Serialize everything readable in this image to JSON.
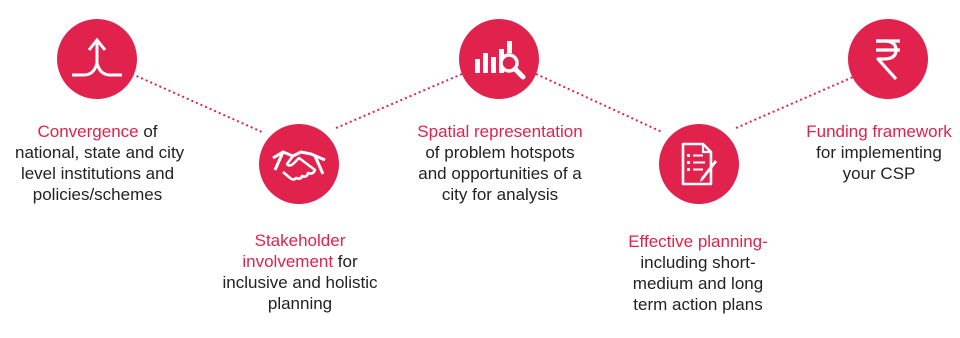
{
  "colors": {
    "accent": "#e0224c",
    "text": "#222222",
    "connector": "#e0224c"
  },
  "steps": [
    {
      "icon": "convergence-arrow-icon",
      "highlight": "Convergence",
      "line1_rest": " of",
      "lines": [
        "national, state and city",
        "level institutions and",
        "policies/schemes"
      ]
    },
    {
      "icon": "handshake-icon",
      "highlight1": "Stakeholder",
      "highlight2": "involvement",
      "line2_rest": " for",
      "lines": [
        "inclusive and holistic",
        "planning"
      ]
    },
    {
      "icon": "chart-search-icon",
      "highlight": "Spatial representation",
      "lines": [
        "of problem hotspots",
        "and opportunities of a",
        "city for analysis"
      ]
    },
    {
      "icon": "document-edit-icon",
      "highlight": "Effective planning-",
      "lines": [
        "including  short-",
        "medium and long",
        "term action plans"
      ]
    },
    {
      "icon": "rupee-icon",
      "highlight": "Funding framework",
      "lines": [
        "for implementing",
        "your CSP"
      ]
    }
  ]
}
